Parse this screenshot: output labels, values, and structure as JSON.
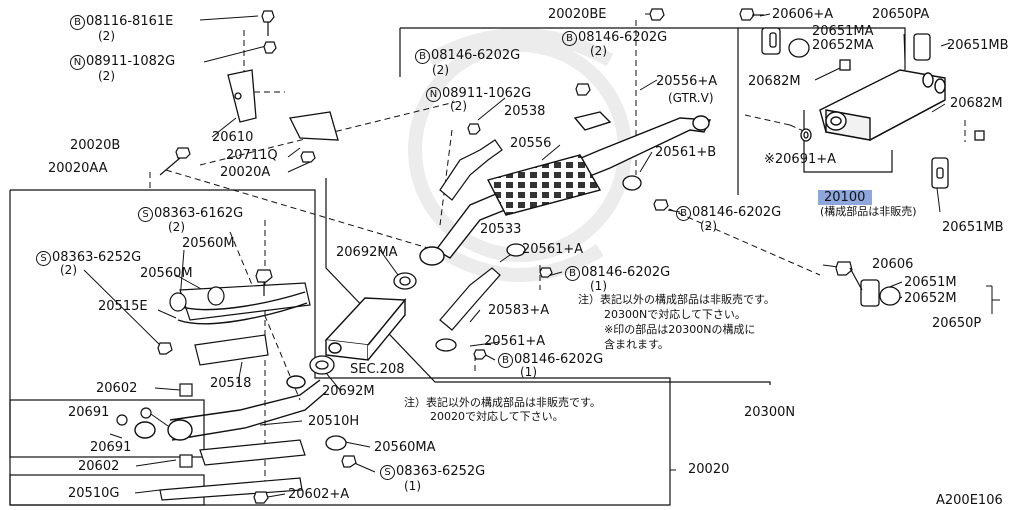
{
  "diagram_id": "A200E106",
  "highlight_color": "#8ea7dc",
  "labels": {
    "p20020BE": "20020BE",
    "p20606A": "20606+A",
    "p20650PA": "20650PA",
    "p20651MA": "20651MA",
    "p20652MA": "20652MA",
    "p20651MB_top": "20651MB",
    "p20682M_top": "20682M",
    "p20682M_right": "20682M",
    "p20556A": "20556+A",
    "p20556A_sub": "(GTR.V)",
    "p20691A": "※20691+A",
    "p20100": "20100",
    "p20100_note": "(構成部品は非販売)",
    "p20651MB_bottom": "20651MB",
    "p08116": "08116-8161E",
    "p08116_qty": "(2)",
    "p08911_1082": "08911-1082G",
    "p08911_1082_qty": "(2)",
    "p08146_a": "08146-6202G",
    "p08146_a_qty": "(2)",
    "p08146_b": "08146-6202G",
    "p08146_b_qty": "(2)",
    "p08911_1062": "08911-1062G",
    "p08911_1062_qty": "(2)",
    "p20538": "20538",
    "p20556": "20556",
    "p20561B": "20561+B",
    "p08146_c": "08146-6202G",
    "p08146_c_qty": "(2)",
    "p20610": "20610",
    "p20711Q": "20711Q",
    "p20020A": "20020A",
    "p20020B": "20020B",
    "p20020AA": "20020AA",
    "p08363_6162": "08363-6162G",
    "p08363_6162_qty": "(2)",
    "p20560M_a": "20560M",
    "p08363_6252_a": "08363-6252G",
    "p08363_6252_a_qty": "(2)",
    "p20560M_b": "20560M",
    "p20515E": "20515E",
    "p20692MA": "20692MA",
    "p20533": "20533",
    "p20561A_a": "20561+A",
    "p08146_d": "08146-6202G",
    "p08146_d_qty": "(1)",
    "p20583A": "20583+A",
    "p20561A_b": "20561+A",
    "p08146_e": "08146-6202G",
    "p08146_e_qty": "(1)",
    "p20606": "20606",
    "p20651M": "20651M",
    "p20652M": "20652M",
    "p20650P": "20650P",
    "p20518": "20518",
    "p20692M": "20692M",
    "sec208": "SEC.208",
    "p20602_a": "20602",
    "p20691_a": "20691",
    "p20691_b": "20691",
    "p20602_b": "20602",
    "p20510H": "20510H",
    "p20560MA": "20560MA",
    "p08363_6252_b": "08363-6252G",
    "p08363_6252_b_qty": "(1)",
    "p20510G": "20510G",
    "p20602A": "20602+A",
    "p20300N": "20300N",
    "p20020": "20020",
    "note1_line1": "注）表記以外の構成部品は非販売です。",
    "note1_line2": "20300Nで対応して下さい。",
    "note1_line3": "※印の部品は20300Nの構成に",
    "note1_line4": "含まれます。",
    "note2_line1": "注）表記以外の構成部品は非販売です。",
    "note2_line2": "20020で対応して下さい。"
  },
  "markers": {
    "bolt": "B",
    "nut": "N",
    "screw": "S"
  }
}
